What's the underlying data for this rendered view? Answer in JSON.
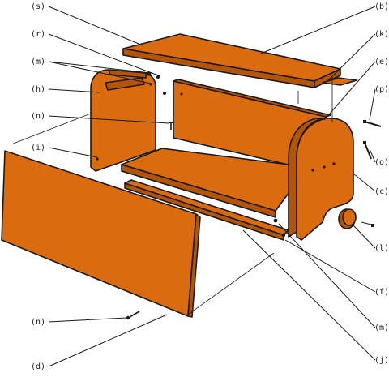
{
  "colors": {
    "wood": "#db6b0f",
    "wood_dark": "#b45406",
    "wood_light": "#e98a35",
    "line": "#1a1a1a"
  },
  "labels": {
    "s": "(s)",
    "b": "(b)",
    "r": "(r)",
    "k": "(k)",
    "m_top": "(m)",
    "e": "(e)",
    "h": "(h)",
    "p": "(p)",
    "n_mid": "(n)",
    "o": "(o)",
    "i": "(i)",
    "c": "(c)",
    "l": "(l)",
    "f": "(f)",
    "m_bot": "(m)",
    "n_bot": "(n)",
    "j": "(j)",
    "d": "(d)"
  }
}
